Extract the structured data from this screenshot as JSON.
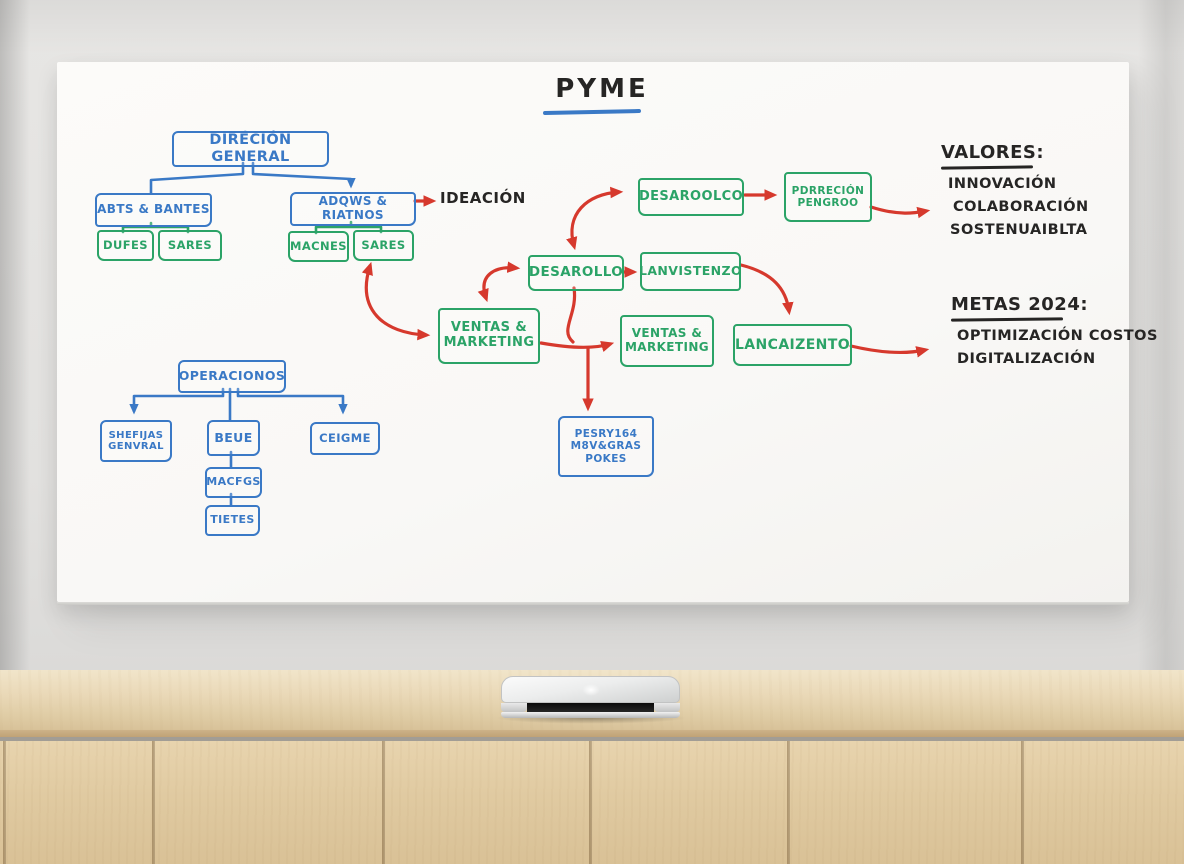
{
  "board": {
    "title": "PYME",
    "org_chart_top": {
      "root": "DIRÉCIÓN GENERAL",
      "dept_left": "ABTS & BANTES",
      "dept_right": "ADQWS & RIATNOS",
      "dept_left_teams": [
        "DUFES",
        "SARES"
      ],
      "dept_right_teams": [
        "MACNES",
        "SARES"
      ]
    },
    "ideation_label": "IDEACIÓN",
    "process_flow": {
      "development_top": "DESAROOLCO",
      "direction_line1": "PDRRECIÓN",
      "direction_line2": "PENGROO",
      "development_mid": "DESAROLLO",
      "launch_mid": "LANVISTENZO",
      "sales_line1": "VENTAS &",
      "sales_line2": "MARKETING",
      "launch_bottom": "LANCAIZENTO",
      "metrics_line1": "PESRY164",
      "metrics_line2": "M8V&GRAS",
      "metrics_line3": "POKES"
    },
    "values_section": {
      "heading": "VALORES:",
      "items": [
        "INNOVACIÓN",
        "COLABORACIÓN",
        "SOSTENUAIBLTA"
      ]
    },
    "goals_section": {
      "heading": "METAS 2024:",
      "items": [
        "OPTIMIZACIÓN COSTOS",
        "DIGITALIZACIÓN"
      ]
    },
    "org_chart_bottom": {
      "root": "OPERACIONOS",
      "child_left_line1": "SHEFIJAS",
      "child_left_line2": "GENVRAL",
      "child_mid": "BEUE",
      "child_right": "CEIGME",
      "sub_mid_1": "MACFGS",
      "sub_mid_2": "TIETES"
    },
    "colors": {
      "marker_blue": "#3a79c6",
      "marker_green": "#2ba367",
      "marker_red": "#d6392d",
      "marker_black": "#262524"
    }
  }
}
